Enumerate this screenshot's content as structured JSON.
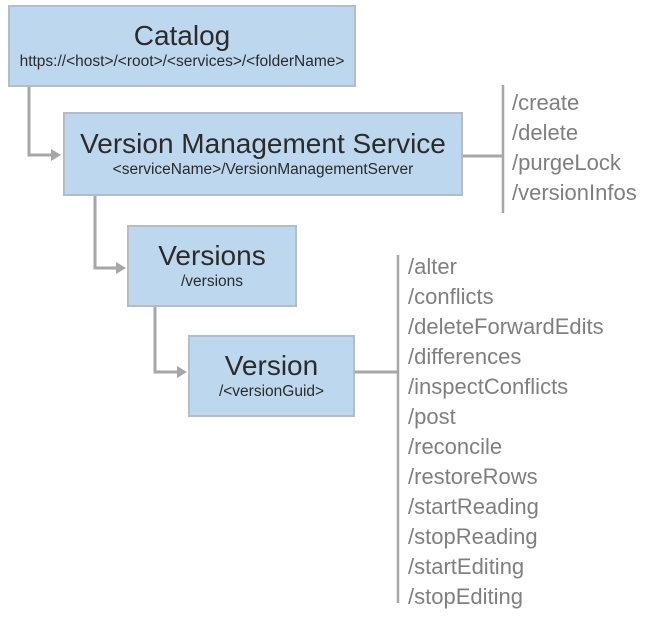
{
  "colors": {
    "node_fill": "#bdd7ee",
    "node_border": "#b6bcc5",
    "connector": "#a6a6a6",
    "title_text": "#2b2b2b",
    "operation_text": "#7f7f7f"
  },
  "nodes": {
    "catalog": {
      "title": "Catalog",
      "subtitle": "https://<host>/<root>/<services>/<folderName>"
    },
    "version_management_service": {
      "title": "Version Management Service",
      "subtitle": "<serviceName>/VersionManagementServer"
    },
    "versions": {
      "title": "Versions",
      "subtitle": "/versions"
    },
    "version": {
      "title": "Version",
      "subtitle": "/<versionGuid>"
    }
  },
  "operations": {
    "version_management_service": [
      "/create",
      "/delete",
      "/purgeLock",
      "/versionInfos"
    ],
    "version": [
      "/alter",
      "/conflicts",
      "/deleteForwardEdits",
      "/differences",
      "/inspectConflicts",
      "/post",
      "/reconcile",
      "/restoreRows",
      "/startReading",
      "/stopReading",
      "/startEditing",
      "/stopEditing"
    ]
  }
}
